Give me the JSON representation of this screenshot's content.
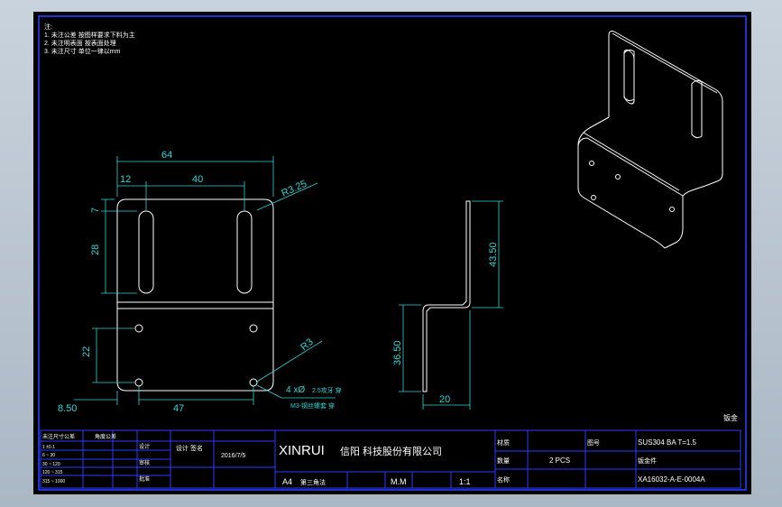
{
  "notes": {
    "heading": "注:",
    "lines": [
      "1. 未注公差 按图样要求下料为主",
      "2. 未注明表面 按表面处理",
      "3. 未注尺寸 单位一律以mm"
    ]
  },
  "front_view": {
    "dim_width": "64",
    "dim_slot_span": "40",
    "dim_slot_offset": "12",
    "dim_radius": "R3.25",
    "dim_top": "7",
    "dim_slot_len": "28",
    "dim_hole_v": "22",
    "dim_hole_h": "47",
    "dim_edge": "8.50",
    "dim_hole_dia": "R3",
    "hole_note": "4 xØ",
    "hole_note2": "2.5攻牙 穿",
    "hole_note3": "M3-钢丝螺套 穿"
  },
  "side_view": {
    "dim_height_top": "43.50",
    "dim_height_bottom": "36.50",
    "dim_depth": "20"
  },
  "corner_label": "钣金",
  "title_block": {
    "company_en": "XINRUI",
    "company_cn": "信阳 科技股份有限公司",
    "date": "2016/7/5",
    "designer": "设计 签名",
    "paper": "A4",
    "angle": "第三角法",
    "unit": "M.M",
    "scale": "1:1",
    "material_label": "材质",
    "material": "SUS304 BA  T=1.5",
    "qty_label": "数量",
    "qty": "2  PCS",
    "name_label": "名称",
    "name": "钣金件",
    "dwg_label": "图号",
    "dwg_no": "XA16032-A-E-0004A",
    "left_rows": [
      "1  ±0.1",
      "6 ~ 30",
      "30 ~ 120",
      "120 ~ 315",
      "315 ~ 1000"
    ],
    "left_header": "未注尺寸公差",
    "tol_header": "角度公差",
    "row_labels": [
      "设计",
      "审核",
      "批准"
    ]
  }
}
